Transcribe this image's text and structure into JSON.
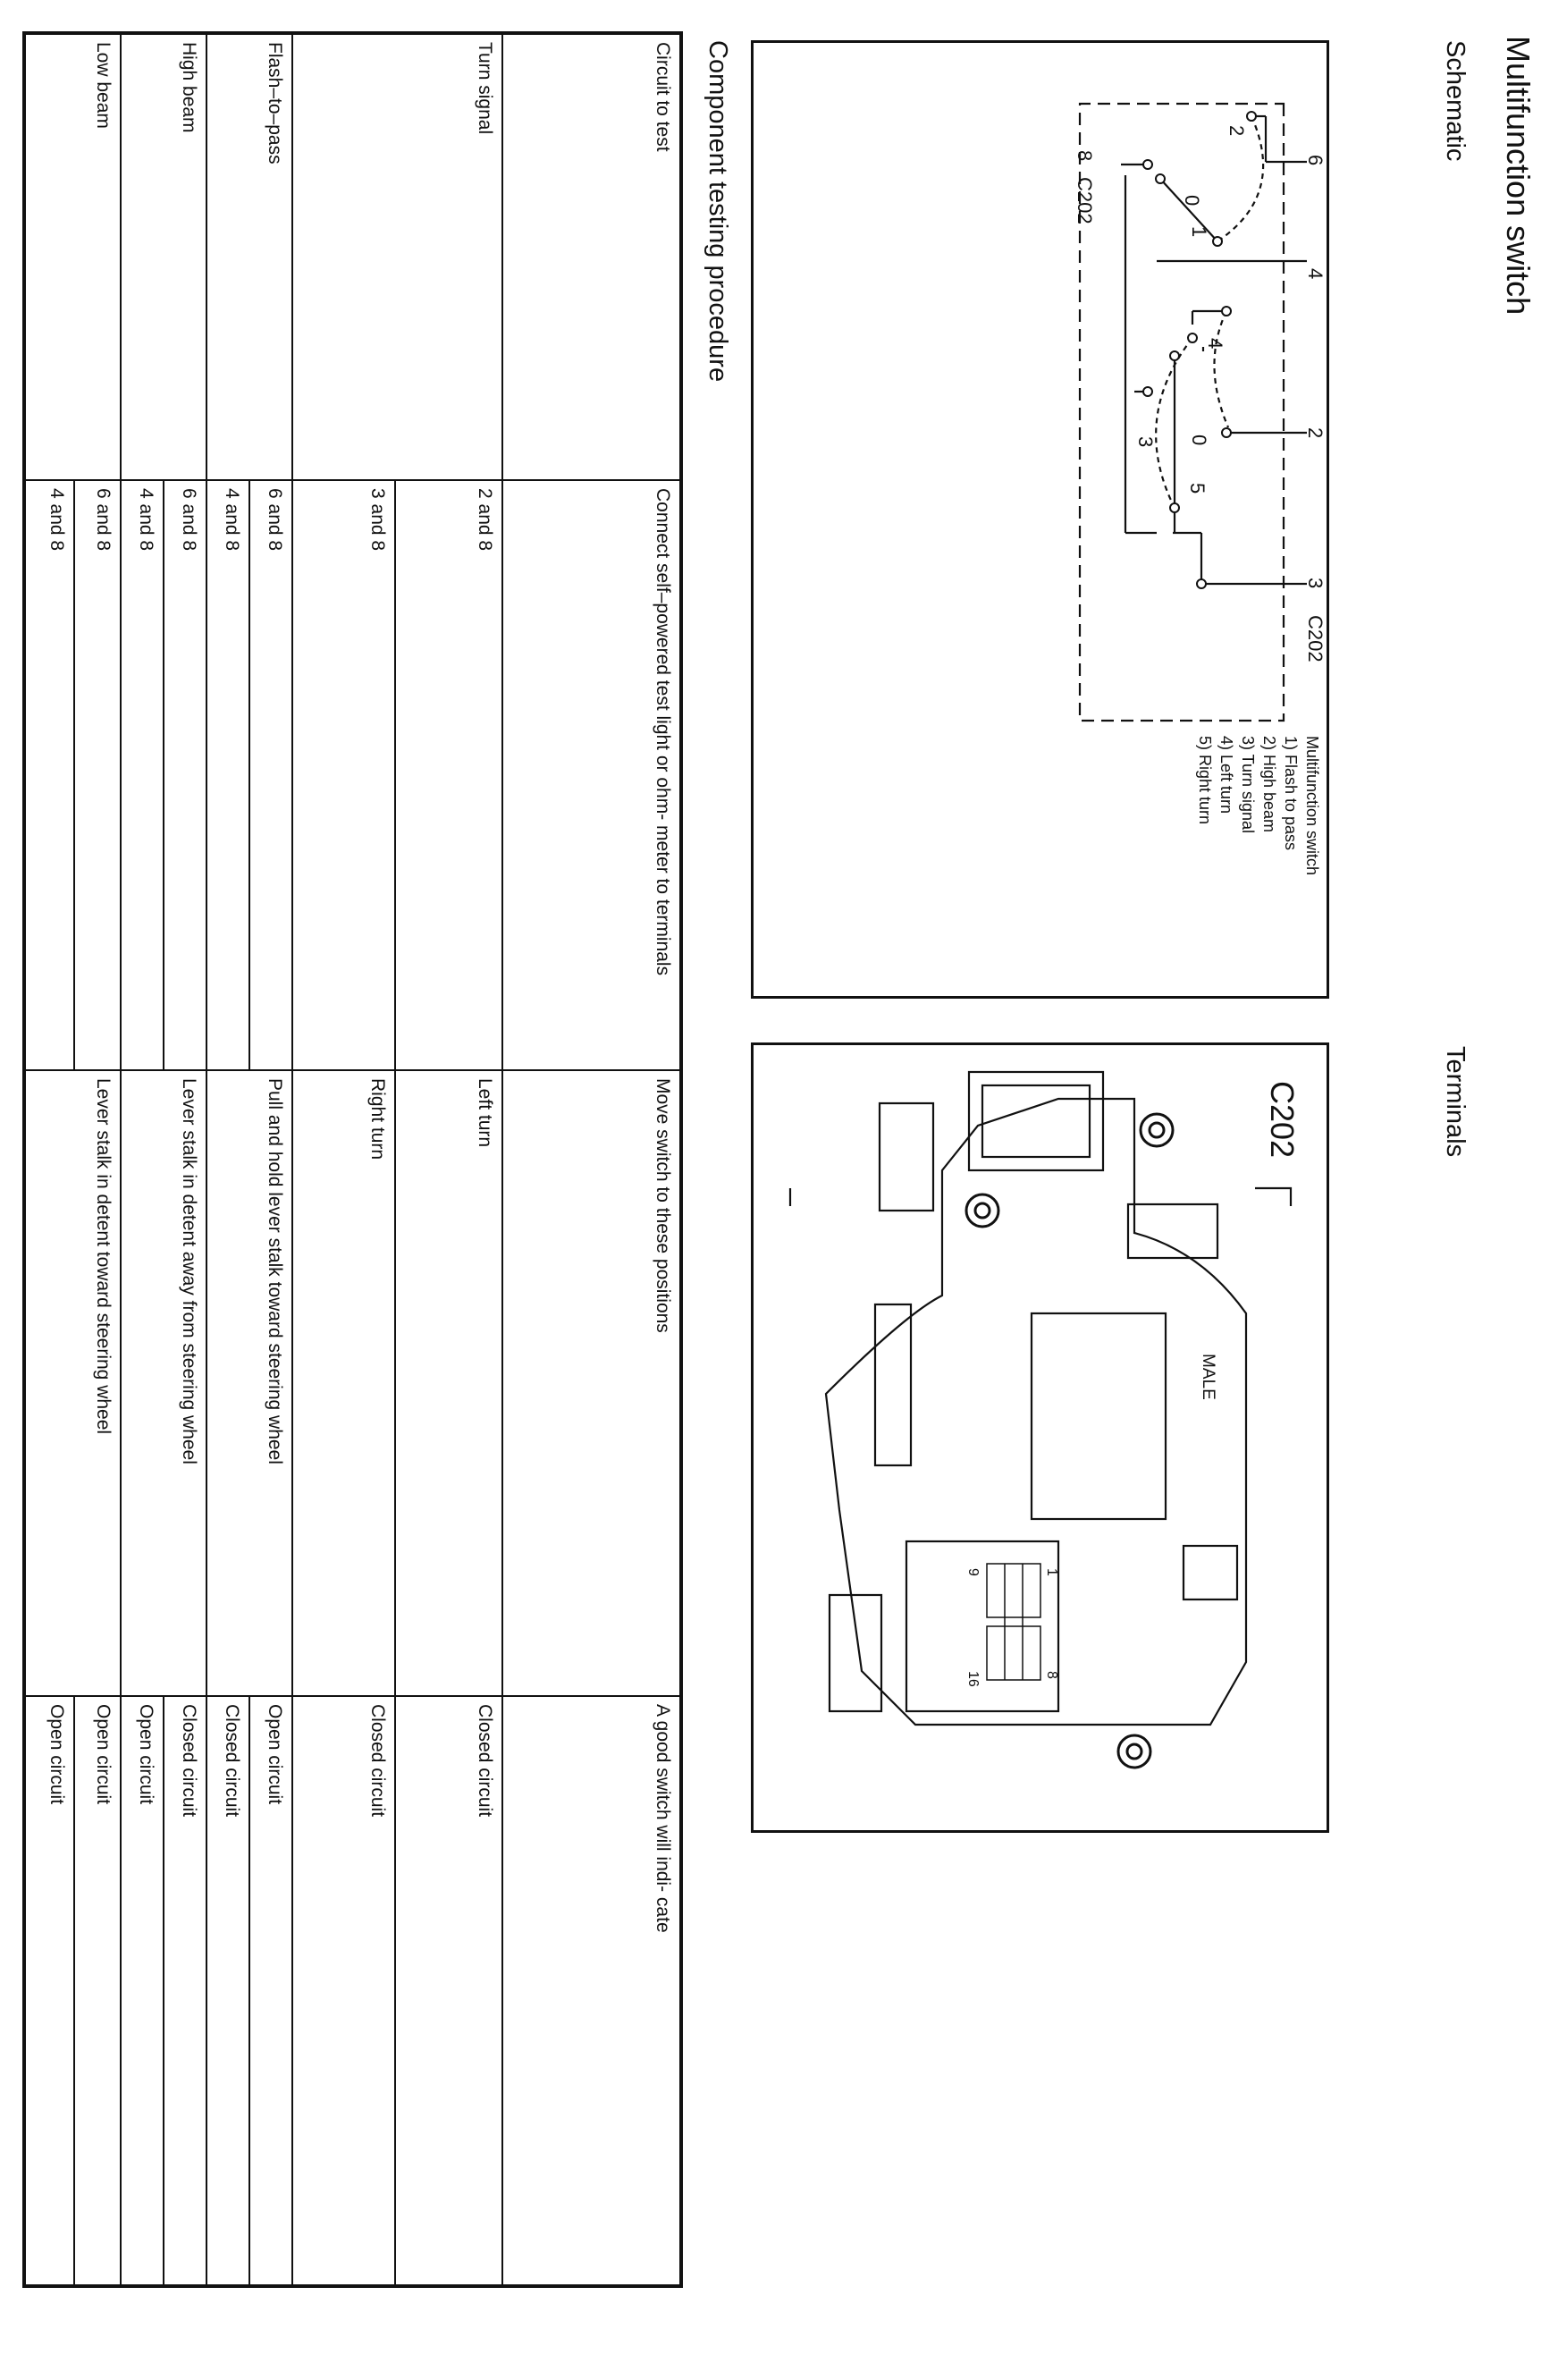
{
  "page": {
    "title": "Multifunction switch",
    "schematic_heading": "Schematic",
    "terminals_heading": "Terminals",
    "procedure_heading": "Component testing procedure"
  },
  "schematic": {
    "top_terminals": [
      "6",
      "4",
      "2",
      "3"
    ],
    "connector_top": "C202",
    "connector_bottom": "C202",
    "bottom_terminal": "8",
    "switch_a": {
      "left": "2",
      "center": "0",
      "right": "1"
    },
    "switch_b": {
      "left": "3",
      "center": "0",
      "upper": "4",
      "lower": "5"
    },
    "legend": [
      "Multifunction switch",
      "1)  Flash to pass",
      "2)  High beam",
      "3)  Turn signal",
      "4)  Left turn",
      "5)  Right turn"
    ]
  },
  "terminals": {
    "connector": "C202",
    "gender": "MALE",
    "pins": [
      "1",
      "8",
      "9",
      "16"
    ]
  },
  "table": {
    "headers": [
      "Circuit to test",
      "Connect self–powered test light or ohm- meter to terminals",
      "Move switch to these positions",
      "A good switch will indi- cate"
    ],
    "groups": [
      {
        "circuit": "Turn signal",
        "rows": [
          {
            "terminals": "2 and 8",
            "position": "Left turn",
            "result": "Closed circuit"
          },
          {
            "terminals": "3 and 8",
            "position": "Right turn",
            "result": "Closed circuit"
          }
        ]
      },
      {
        "circuit": "Flash–to–pass",
        "rows": [
          {
            "terminals": "6 and 8",
            "position": "Pull and hold lever stalk toward steering wheel",
            "result": "Open circuit"
          },
          {
            "terminals": "4 and 8",
            "position": "",
            "result": "Closed circuit"
          }
        ]
      },
      {
        "circuit": "High beam",
        "rows": [
          {
            "terminals": "6 and 8",
            "position": "Lever stalk in detent away from steering wheel",
            "result": "Closed circuit"
          },
          {
            "terminals": "4 and 8",
            "position": "",
            "result": "Open circuit"
          }
        ]
      },
      {
        "circuit": "Low beam",
        "rows": [
          {
            "terminals": "6 and 8",
            "position": "Lever stalk in detent toward steering wheel",
            "result": "Open circuit"
          },
          {
            "terminals": "4 and 8",
            "position": "",
            "result": "Open circuit"
          }
        ]
      }
    ]
  }
}
